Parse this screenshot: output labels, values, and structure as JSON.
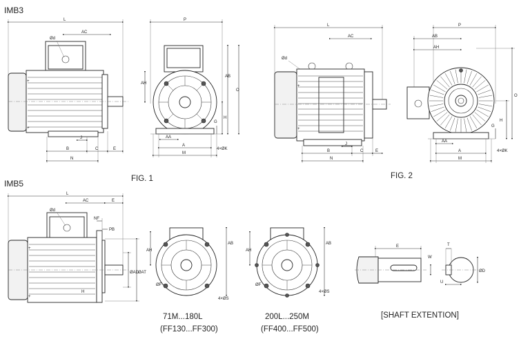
{
  "headings": {
    "imb3": "IMB3",
    "imb5": "IMB5"
  },
  "marks": {
    "plus": "+"
  },
  "captions": {
    "fig1": "FIG. 1",
    "fig2": "FIG. 2",
    "flange_small_range": "71M...180L",
    "flange_small_ff": "(FF130...FF300)",
    "flange_large_range": "200L...250M",
    "flange_large_ff": "(FF400...FF500)",
    "shaft_extension": "[SHAFT EXTENTION]"
  },
  "fig1_side": {
    "L": "L",
    "AC": "AC",
    "od": "Ød",
    "B": "B",
    "C": "C",
    "E": "E",
    "J": "J",
    "N": "N"
  },
  "fig1_end": {
    "P": "P",
    "AH": "AH",
    "AB": "AB",
    "O": "O",
    "H": "H",
    "G": "G",
    "A": "A",
    "AA": "AA",
    "M": "M",
    "4xK": "4×ØK"
  },
  "fig2_side": {
    "L": "L",
    "AC": "AC",
    "od": "Ød",
    "B": "B",
    "C": "C",
    "E": "E",
    "J": "J",
    "N": "N"
  },
  "fig2_end": {
    "P": "P",
    "AB": "AB",
    "AH": "AH",
    "O": "O",
    "H": "H",
    "G": "G",
    "A": "A",
    "AA": "AA",
    "M": "M",
    "4xK": "4×ØK"
  },
  "imb5_side": {
    "L": "L",
    "AC": "AC",
    "E": "E",
    "od": "Ød",
    "NF": "NF",
    "PB": "PB",
    "oAD": "ØAD",
    "oAT": "ØAT",
    "H": "H"
  },
  "flange_small": {
    "AH": "AH",
    "AB": "AB",
    "oF": "ØF",
    "4xS": "4×ØS"
  },
  "flange_large": {
    "AH": "AH",
    "AB": "AB",
    "oF": "ØF",
    "4xS": "4×ØS"
  },
  "shaft": {
    "E": "E",
    "W": "W",
    "T": "T",
    "U": "U",
    "oD": "ØD"
  }
}
